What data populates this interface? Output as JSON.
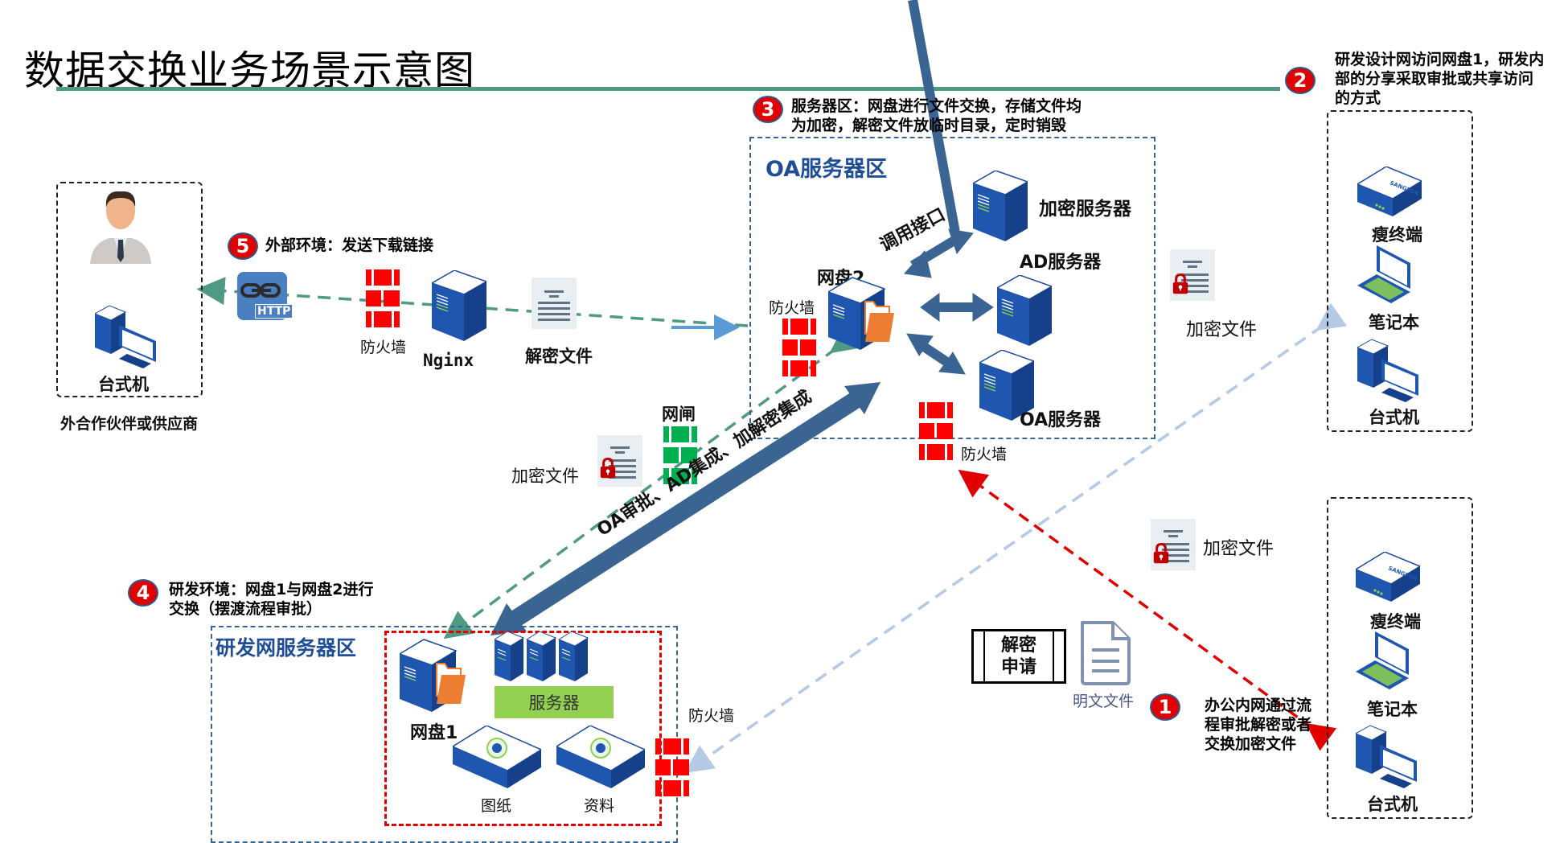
{
  "title": "数据交换业务场景示意图",
  "colors": {
    "accent_green": "#4e9a85",
    "badge_red": "#e00000",
    "firewall_red": "#ff0000",
    "gateway_green": "#00b050",
    "zone_blue": "#1f4e96",
    "arrow_blue": "#3a6592",
    "server_blue": "#1a4a9c",
    "folder_orange": "#ed7d31",
    "light_blue_dash": "#b4c9e6"
  },
  "steps": [
    {
      "number": "1",
      "text": "办公内网通过流程审批解密或者交换加密文件",
      "lines": [
        "办公内网通过流",
        "程审批解密或者",
        "交换加密文件"
      ]
    },
    {
      "number": "2",
      "text": "研发设计网访问网盘1，研发内部的分享采取审批或共享访问的方式",
      "lines": [
        "研发设计网访问网盘1，研发内",
        "部的分享采取审批或共享访问",
        "的方式"
      ]
    },
    {
      "number": "3",
      "text": "服务器区：网盘进行文件交换，存储文件均为加密，解密文件放临时目录，定时销毁",
      "lines": [
        "服务器区：网盘进行文件交换，存储文件均",
        "为加密，解密文件放临时目录，定时销毁"
      ]
    },
    {
      "number": "4",
      "text": "研发环境：网盘1与网盘2进行交换（摆渡流程审批）",
      "lines": [
        "研发环境：网盘1与网盘2进行",
        "交换（摆渡流程审批）"
      ]
    },
    {
      "number": "5",
      "text": "外部环境：发送下载链接",
      "lines": [
        "外部环境：发送下载链接"
      ]
    }
  ],
  "external": {
    "desktop_label": "台式机",
    "caption": "外合作伙伴或供应商",
    "http_label": "HTTP",
    "firewall_label": "防火墙",
    "nginx_label": "Nginx",
    "decrypted_file_label": "解密文件"
  },
  "oa_zone": {
    "title": "OA服务器区",
    "netdisk_label": "网盘2",
    "encrypt_server_label": "加密服务器",
    "ad_server_label": "AD服务器",
    "oa_server_label": "OA服务器",
    "api_label": "调用接口",
    "firewall_label": "防火墙",
    "bottom_firewall_label": "防火墙"
  },
  "middle": {
    "gateway_label": "网闸",
    "encrypted_file_label": "加密文件",
    "main_arrow_label": "OA审批、AD集成、加解密集成"
  },
  "rd_zone": {
    "title": "研发网服务器区",
    "netdisk_label": "网盘1",
    "server_label": "服务器",
    "drawings_label": "图纸",
    "materials_label": "资料",
    "firewall_label": "防火墙"
  },
  "office": {
    "encrypted_file_label_top": "加密文件",
    "encrypted_file_label_bottom": "加密文件",
    "decrypt_request_label": [
      "解密",
      "申请"
    ],
    "plain_file_label": "明文文件"
  },
  "endpoint_groups": [
    {
      "items": [
        "瘦终端",
        "笔记本",
        "台式机"
      ]
    },
    {
      "items": [
        "瘦终端",
        "笔记本",
        "台式机"
      ]
    }
  ]
}
